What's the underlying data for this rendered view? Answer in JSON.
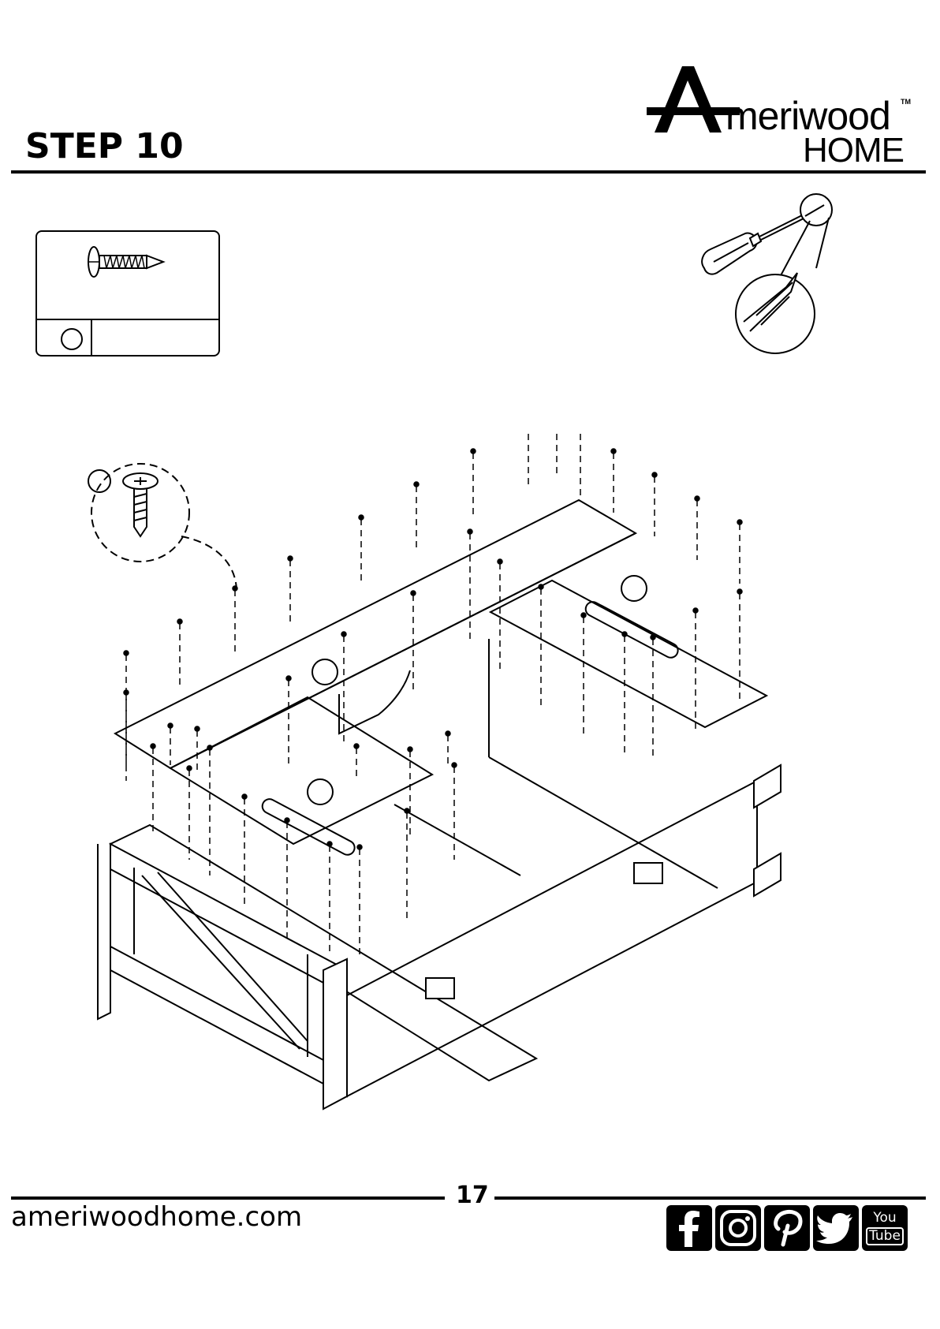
{
  "header": {
    "step_title": "STEP 10",
    "brand": {
      "name": "meriwood",
      "initial": "A",
      "sub": "HOME",
      "trademark": "TM"
    }
  },
  "hardware": {
    "part_icon": "screw-icon",
    "part_count": "",
    "part_letter": ""
  },
  "tool": {
    "icon": "phillips-screwdriver-icon"
  },
  "footer": {
    "page_number": "17",
    "website": "ameriwoodhome.com",
    "social": [
      {
        "icon": "facebook-icon"
      },
      {
        "icon": "instagram-icon"
      },
      {
        "icon": "pinterest-icon"
      },
      {
        "icon": "twitter-icon"
      },
      {
        "icon": "youtube-icon",
        "line1": "You",
        "line2": "Tube"
      }
    ]
  }
}
